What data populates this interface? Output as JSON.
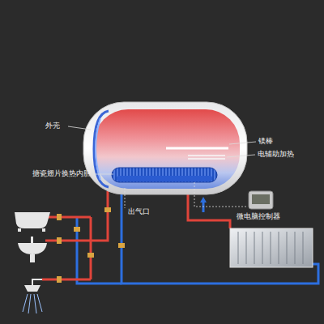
{
  "diagram": {
    "labels": [
      "外壳",
      "镁棒",
      "电辅助加热",
      "搪瓷翅片换热内胆",
      "出气口",
      "微电脑控制器"
    ]
  }
}
